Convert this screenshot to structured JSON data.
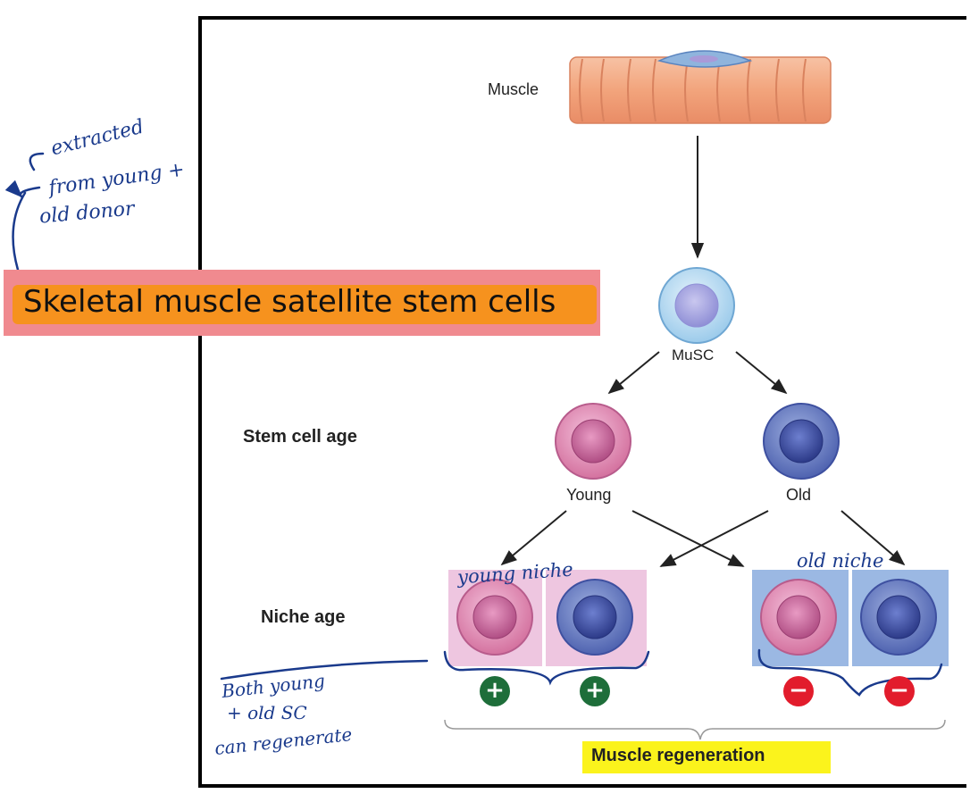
{
  "figure": {
    "muscle_label": "Muscle",
    "musc_label": "MuSC",
    "stem_cell_age_label": "Stem cell age",
    "young_label": "Young",
    "old_label": "Old",
    "niche_age_label": "Niche age",
    "outcome_label": "Muscle regeneration",
    "outcomes": [
      {
        "sign": "+",
        "color": "#1e6e3a"
      },
      {
        "sign": "+",
        "color": "#1e6e3a"
      },
      {
        "sign": "−",
        "color": "#e21c2c"
      },
      {
        "sign": "−",
        "color": "#e21c2c"
      }
    ]
  },
  "overlay": {
    "banner_text": "Skeletal muscle satellite stem cells"
  },
  "annotations": {
    "extracted": [
      "extracted",
      "from young +",
      "old donor"
    ],
    "young_niche": "young niche",
    "old_niche": "old niche",
    "both": [
      "Both young",
      "+ old SC",
      "can regenerate"
    ]
  },
  "colors": {
    "young_cell": "#d97aa8",
    "old_cell": "#5a6fb8",
    "young_niche_bg": "#eec6e0",
    "old_niche_bg": "#9bb8e3",
    "muscle": "#f2a882",
    "musc_cell": "#bcdcf2",
    "highlight_yellow": "#fbf31c",
    "ink": "#1a3a8c"
  }
}
